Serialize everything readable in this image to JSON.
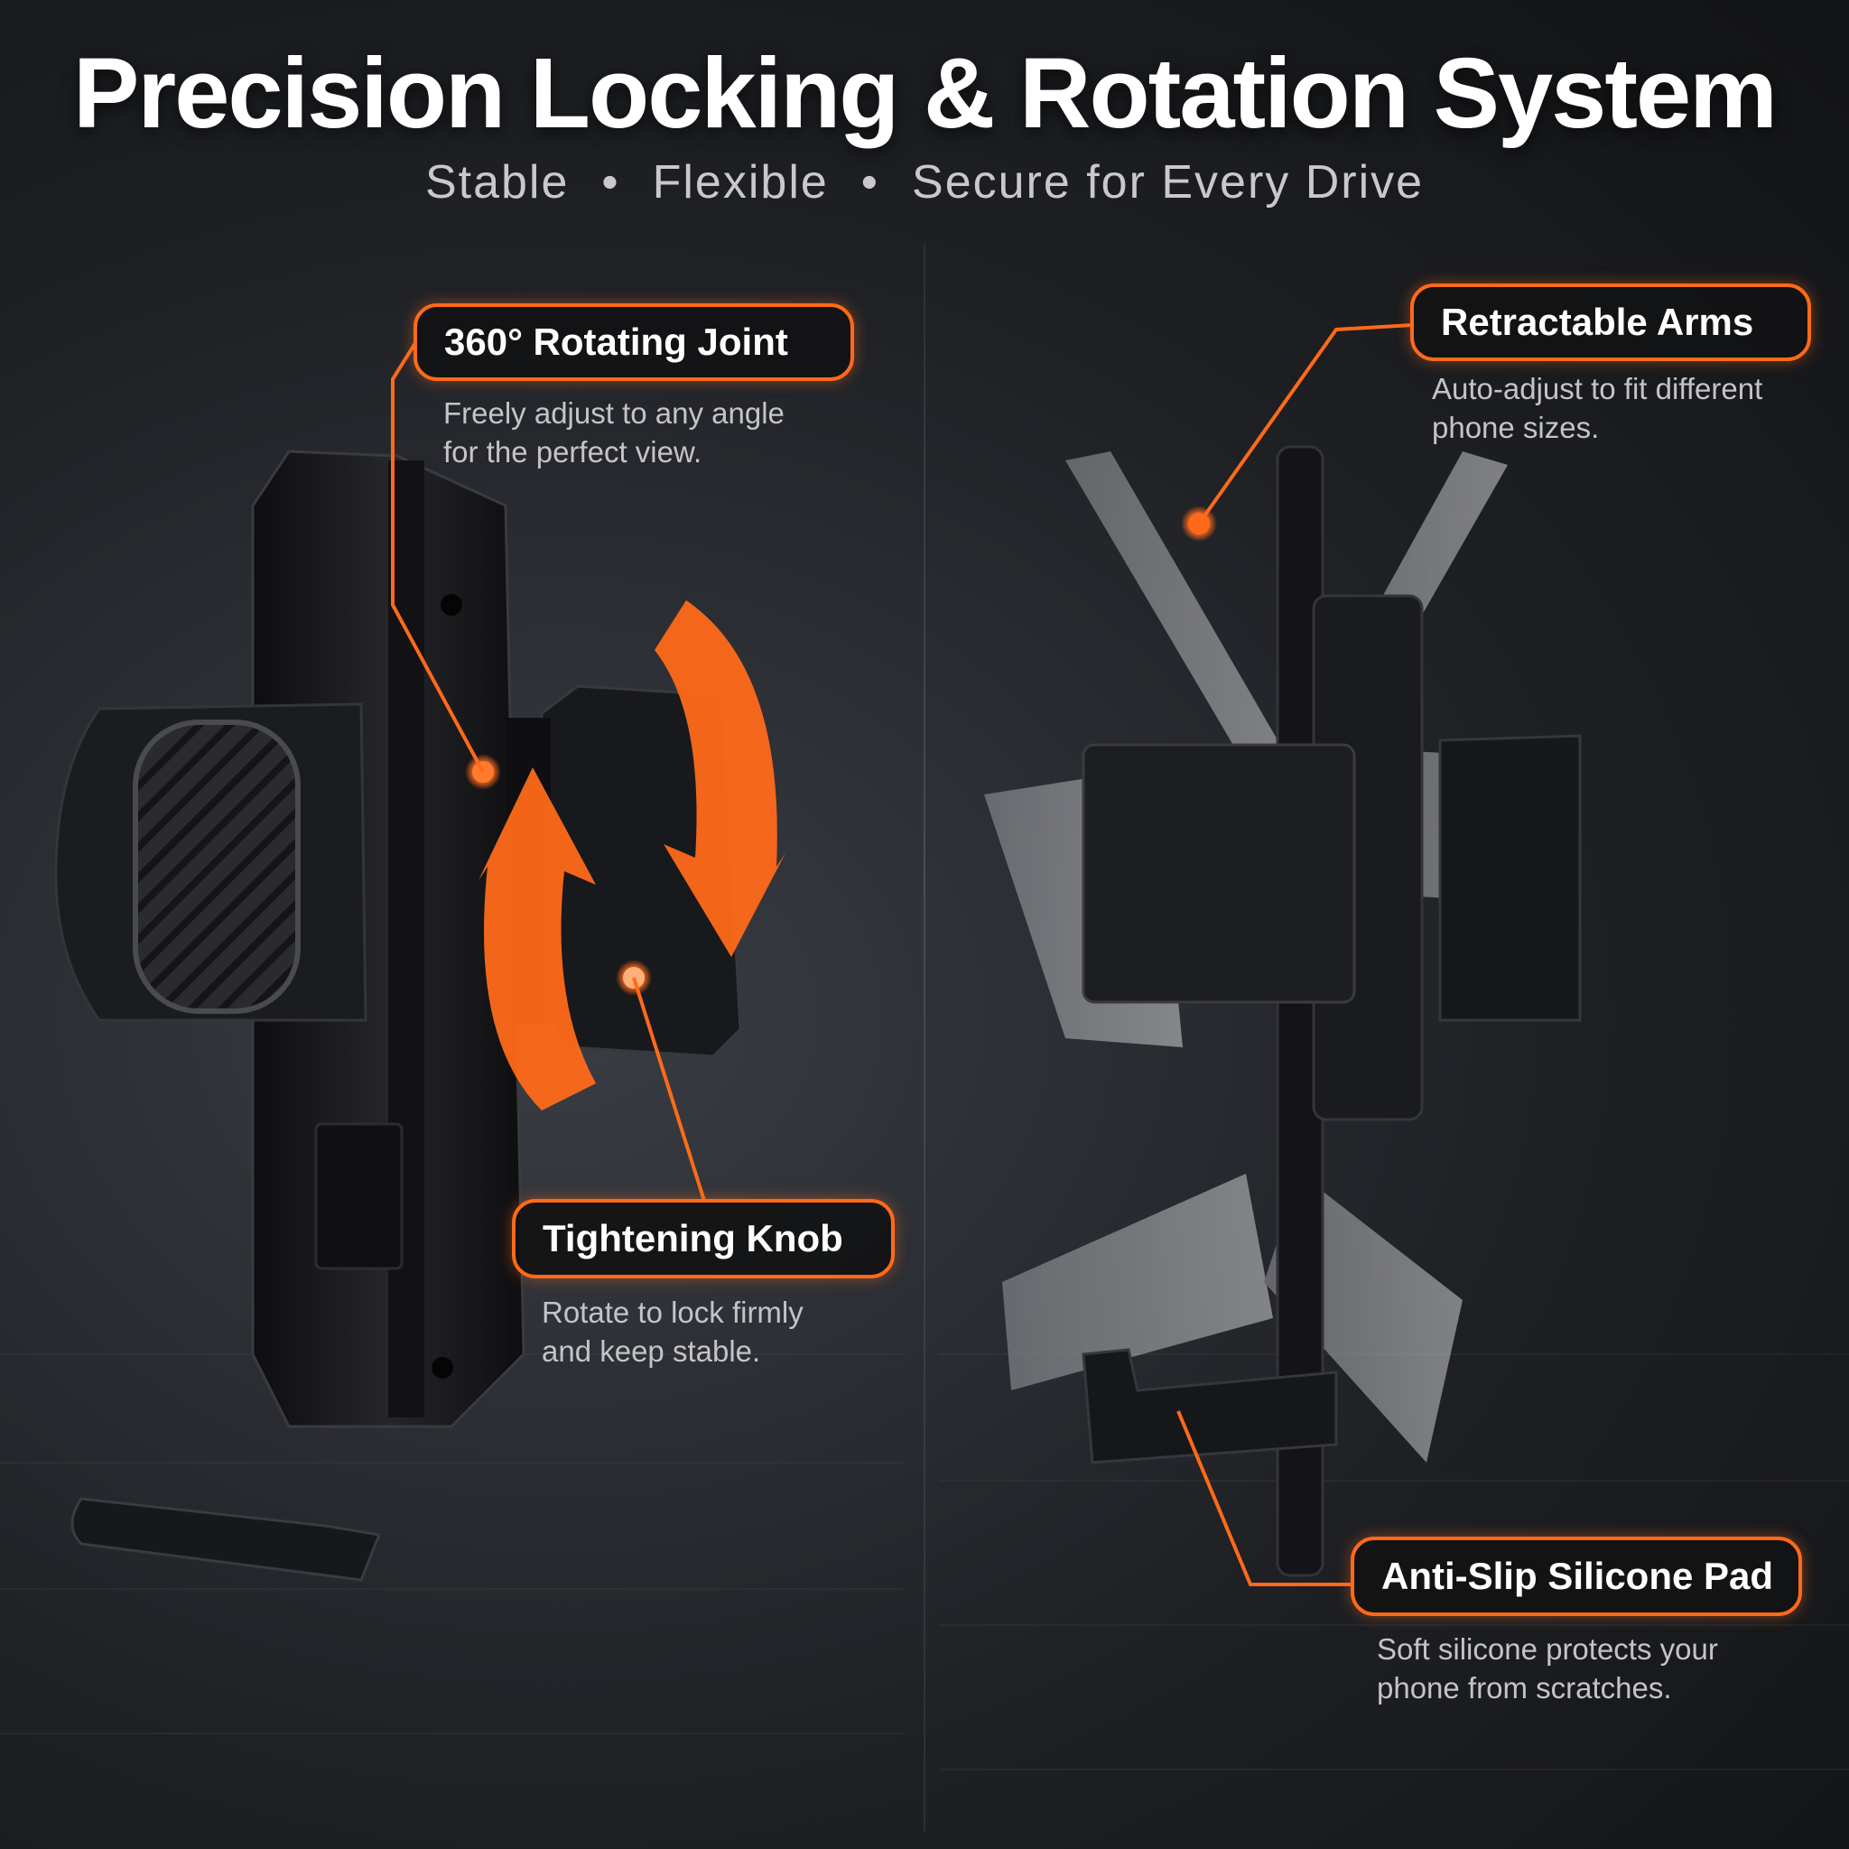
{
  "header": {
    "title": "Precision Locking & Rotation System",
    "subtitle_parts": [
      "Stable",
      "Flexible",
      "Secure for Every Drive"
    ],
    "separator": "•"
  },
  "callouts": [
    {
      "id": "rotating-joint",
      "label": "360° Rotating Joint",
      "desc_lines": [
        "Freely adjust to any angle",
        "for the perfect view."
      ]
    },
    {
      "id": "tightening-knob",
      "label": "Tightening Knob",
      "desc_lines": [
        "Rotate to lock firmly",
        "and keep stable."
      ]
    },
    {
      "id": "retractable-arms",
      "label": "Retractable Arms",
      "desc_lines": [
        "Auto-adjust to fit different",
        "phone sizes."
      ]
    },
    {
      "id": "anti-slip-pad",
      "label": "Anti-Slip Silicone Pad",
      "desc_lines": [
        "Soft silicone protects your",
        "phone from scratches."
      ]
    }
  ],
  "colors": {
    "accent": "#ff6a1a",
    "background": "#1e2024",
    "product": "#1a1a1c"
  },
  "icons": [
    "rotation-arrows-icon",
    "hotspot-dot-icon"
  ]
}
